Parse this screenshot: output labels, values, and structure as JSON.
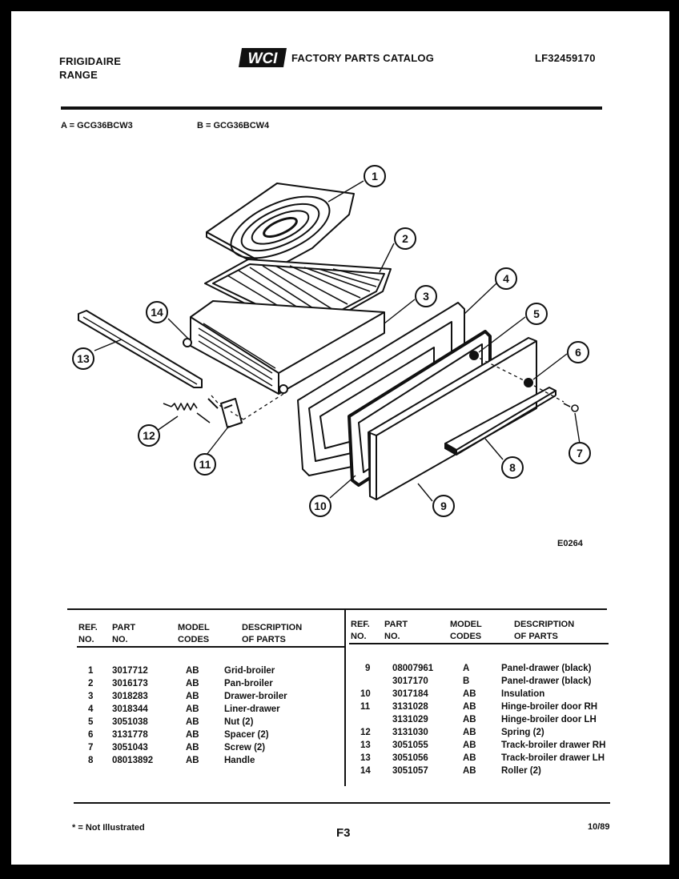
{
  "header": {
    "brand": "FRIGIDAIRE",
    "product": "RANGE",
    "logo_text": "WCI",
    "catalog_title": "FACTORY PARTS CATALOG",
    "catalog_number": "LF32459170"
  },
  "models": {
    "a": "A = GCG36BCW3",
    "b": "B = GCG36BCW4"
  },
  "diagram": {
    "code": "E0264",
    "callouts": [
      "1",
      "2",
      "3",
      "4",
      "5",
      "6",
      "7",
      "8",
      "9",
      "10",
      "11",
      "12",
      "13",
      "14"
    ]
  },
  "table": {
    "headers": {
      "ref": [
        "REF.",
        "NO."
      ],
      "part": [
        "PART",
        "NO."
      ],
      "model": [
        "MODEL",
        "CODES"
      ],
      "desc": [
        "DESCRIPTION",
        "OF PARTS"
      ]
    },
    "left": [
      {
        "ref": "1",
        "part": "3017712",
        "codes": "AB",
        "desc": "Grid-broiler"
      },
      {
        "ref": "2",
        "part": "3016173",
        "codes": "AB",
        "desc": "Pan-broiler"
      },
      {
        "ref": "3",
        "part": "3018283",
        "codes": "AB",
        "desc": "Drawer-broiler"
      },
      {
        "ref": "4",
        "part": "3018344",
        "codes": "AB",
        "desc": "Liner-drawer"
      },
      {
        "ref": "5",
        "part": "3051038",
        "codes": "AB",
        "desc": "Nut (2)"
      },
      {
        "ref": "6",
        "part": "3131778",
        "codes": "AB",
        "desc": "Spacer (2)"
      },
      {
        "ref": "7",
        "part": "3051043",
        "codes": "AB",
        "desc": "Screw (2)"
      },
      {
        "ref": "8",
        "part": "08013892",
        "codes": "AB",
        "desc": "Handle"
      }
    ],
    "right": [
      {
        "ref": "9",
        "part": "08007961",
        "codes": "A",
        "desc": "Panel-drawer (black)"
      },
      {
        "ref": "",
        "part": "3017170",
        "codes": "B",
        "desc": "Panel-drawer (black)"
      },
      {
        "ref": "10",
        "part": "3017184",
        "codes": "AB",
        "desc": "Insulation"
      },
      {
        "ref": "11",
        "part": "3131028",
        "codes": "AB",
        "desc": "Hinge-broiler door RH"
      },
      {
        "ref": "",
        "part": "3131029",
        "codes": "AB",
        "desc": "Hinge-broiler door LH"
      },
      {
        "ref": "12",
        "part": "3131030",
        "codes": "AB",
        "desc": "Spring (2)"
      },
      {
        "ref": "13",
        "part": "3051055",
        "codes": "AB",
        "desc": "Track-broiler drawer RH"
      },
      {
        "ref": "13",
        "part": "3051056",
        "codes": "AB",
        "desc": "Track-broiler drawer LH"
      },
      {
        "ref": "14",
        "part": "3051057",
        "codes": "AB",
        "desc": "Roller (2)"
      }
    ]
  },
  "footer": {
    "note": "* = Not Illustrated",
    "page": "F3",
    "date": "10/89"
  }
}
